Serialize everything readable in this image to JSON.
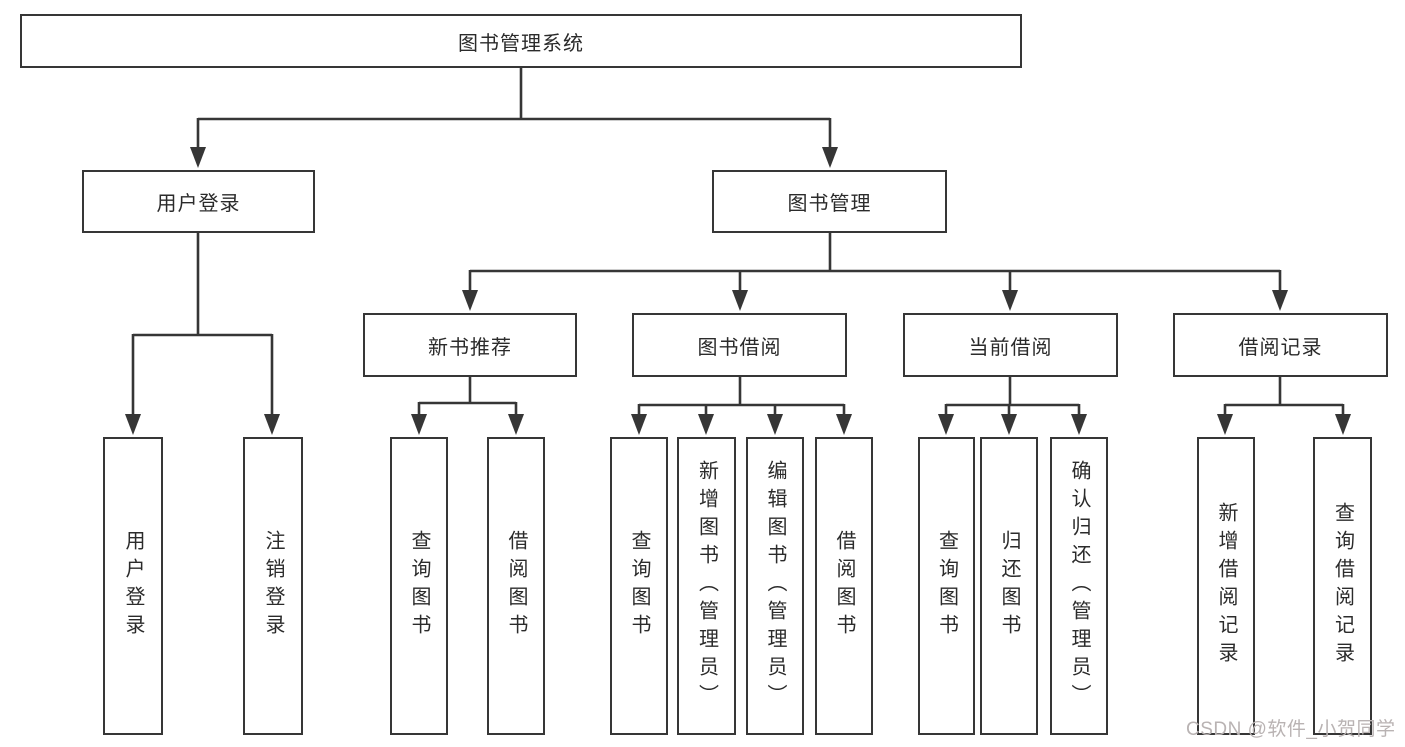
{
  "diagram_title": "图书管理系统",
  "colors": {
    "line": "#363636",
    "box_border": "#363636",
    "box_fill": "#ffffff",
    "text": "#2b2b2b",
    "watermark": "#b9b3b3",
    "background": "#ffffff"
  },
  "tree": {
    "root": {
      "label": "图书管理系统"
    },
    "level2": {
      "user_login": {
        "label": "用户登录"
      },
      "book_mgmt": {
        "label": "图书管理"
      }
    },
    "level3": {
      "new_book_rec": {
        "label": "新书推荐"
      },
      "book_borrow": {
        "label": "图书借阅"
      },
      "current_borrow": {
        "label": "当前借阅"
      },
      "borrow_record": {
        "label": "借阅记录"
      }
    },
    "leaves": {
      "user_login_leaf": {
        "label": "用户登录",
        "parent": "用户登录"
      },
      "logout_leaf": {
        "label": "注销登录",
        "parent": "用户登录"
      },
      "nbr_query": {
        "label": "查询图书",
        "parent": "新书推荐"
      },
      "nbr_borrow": {
        "label": "借阅图书",
        "parent": "新书推荐"
      },
      "bb_query": {
        "label": "查询图书",
        "parent": "图书借阅"
      },
      "bb_add": {
        "label": "新增图书（管理员）",
        "parent": "图书借阅"
      },
      "bb_edit": {
        "label": "编辑图书（管理员）",
        "parent": "图书借阅"
      },
      "bb_borrow": {
        "label": "借阅图书",
        "parent": "图书借阅"
      },
      "cb_query": {
        "label": "查询图书",
        "parent": "当前借阅"
      },
      "cb_return": {
        "label": "归还图书",
        "parent": "当前借阅"
      },
      "cb_confirm": {
        "label": "确认归还（管理员）",
        "parent": "当前借阅"
      },
      "br_add": {
        "label": "新增借阅记录",
        "parent": "借阅记录"
      },
      "br_query": {
        "label": "查询借阅记录",
        "parent": "借阅记录"
      }
    }
  },
  "watermark": {
    "text": "CSDN @软件_小贺同学"
  }
}
